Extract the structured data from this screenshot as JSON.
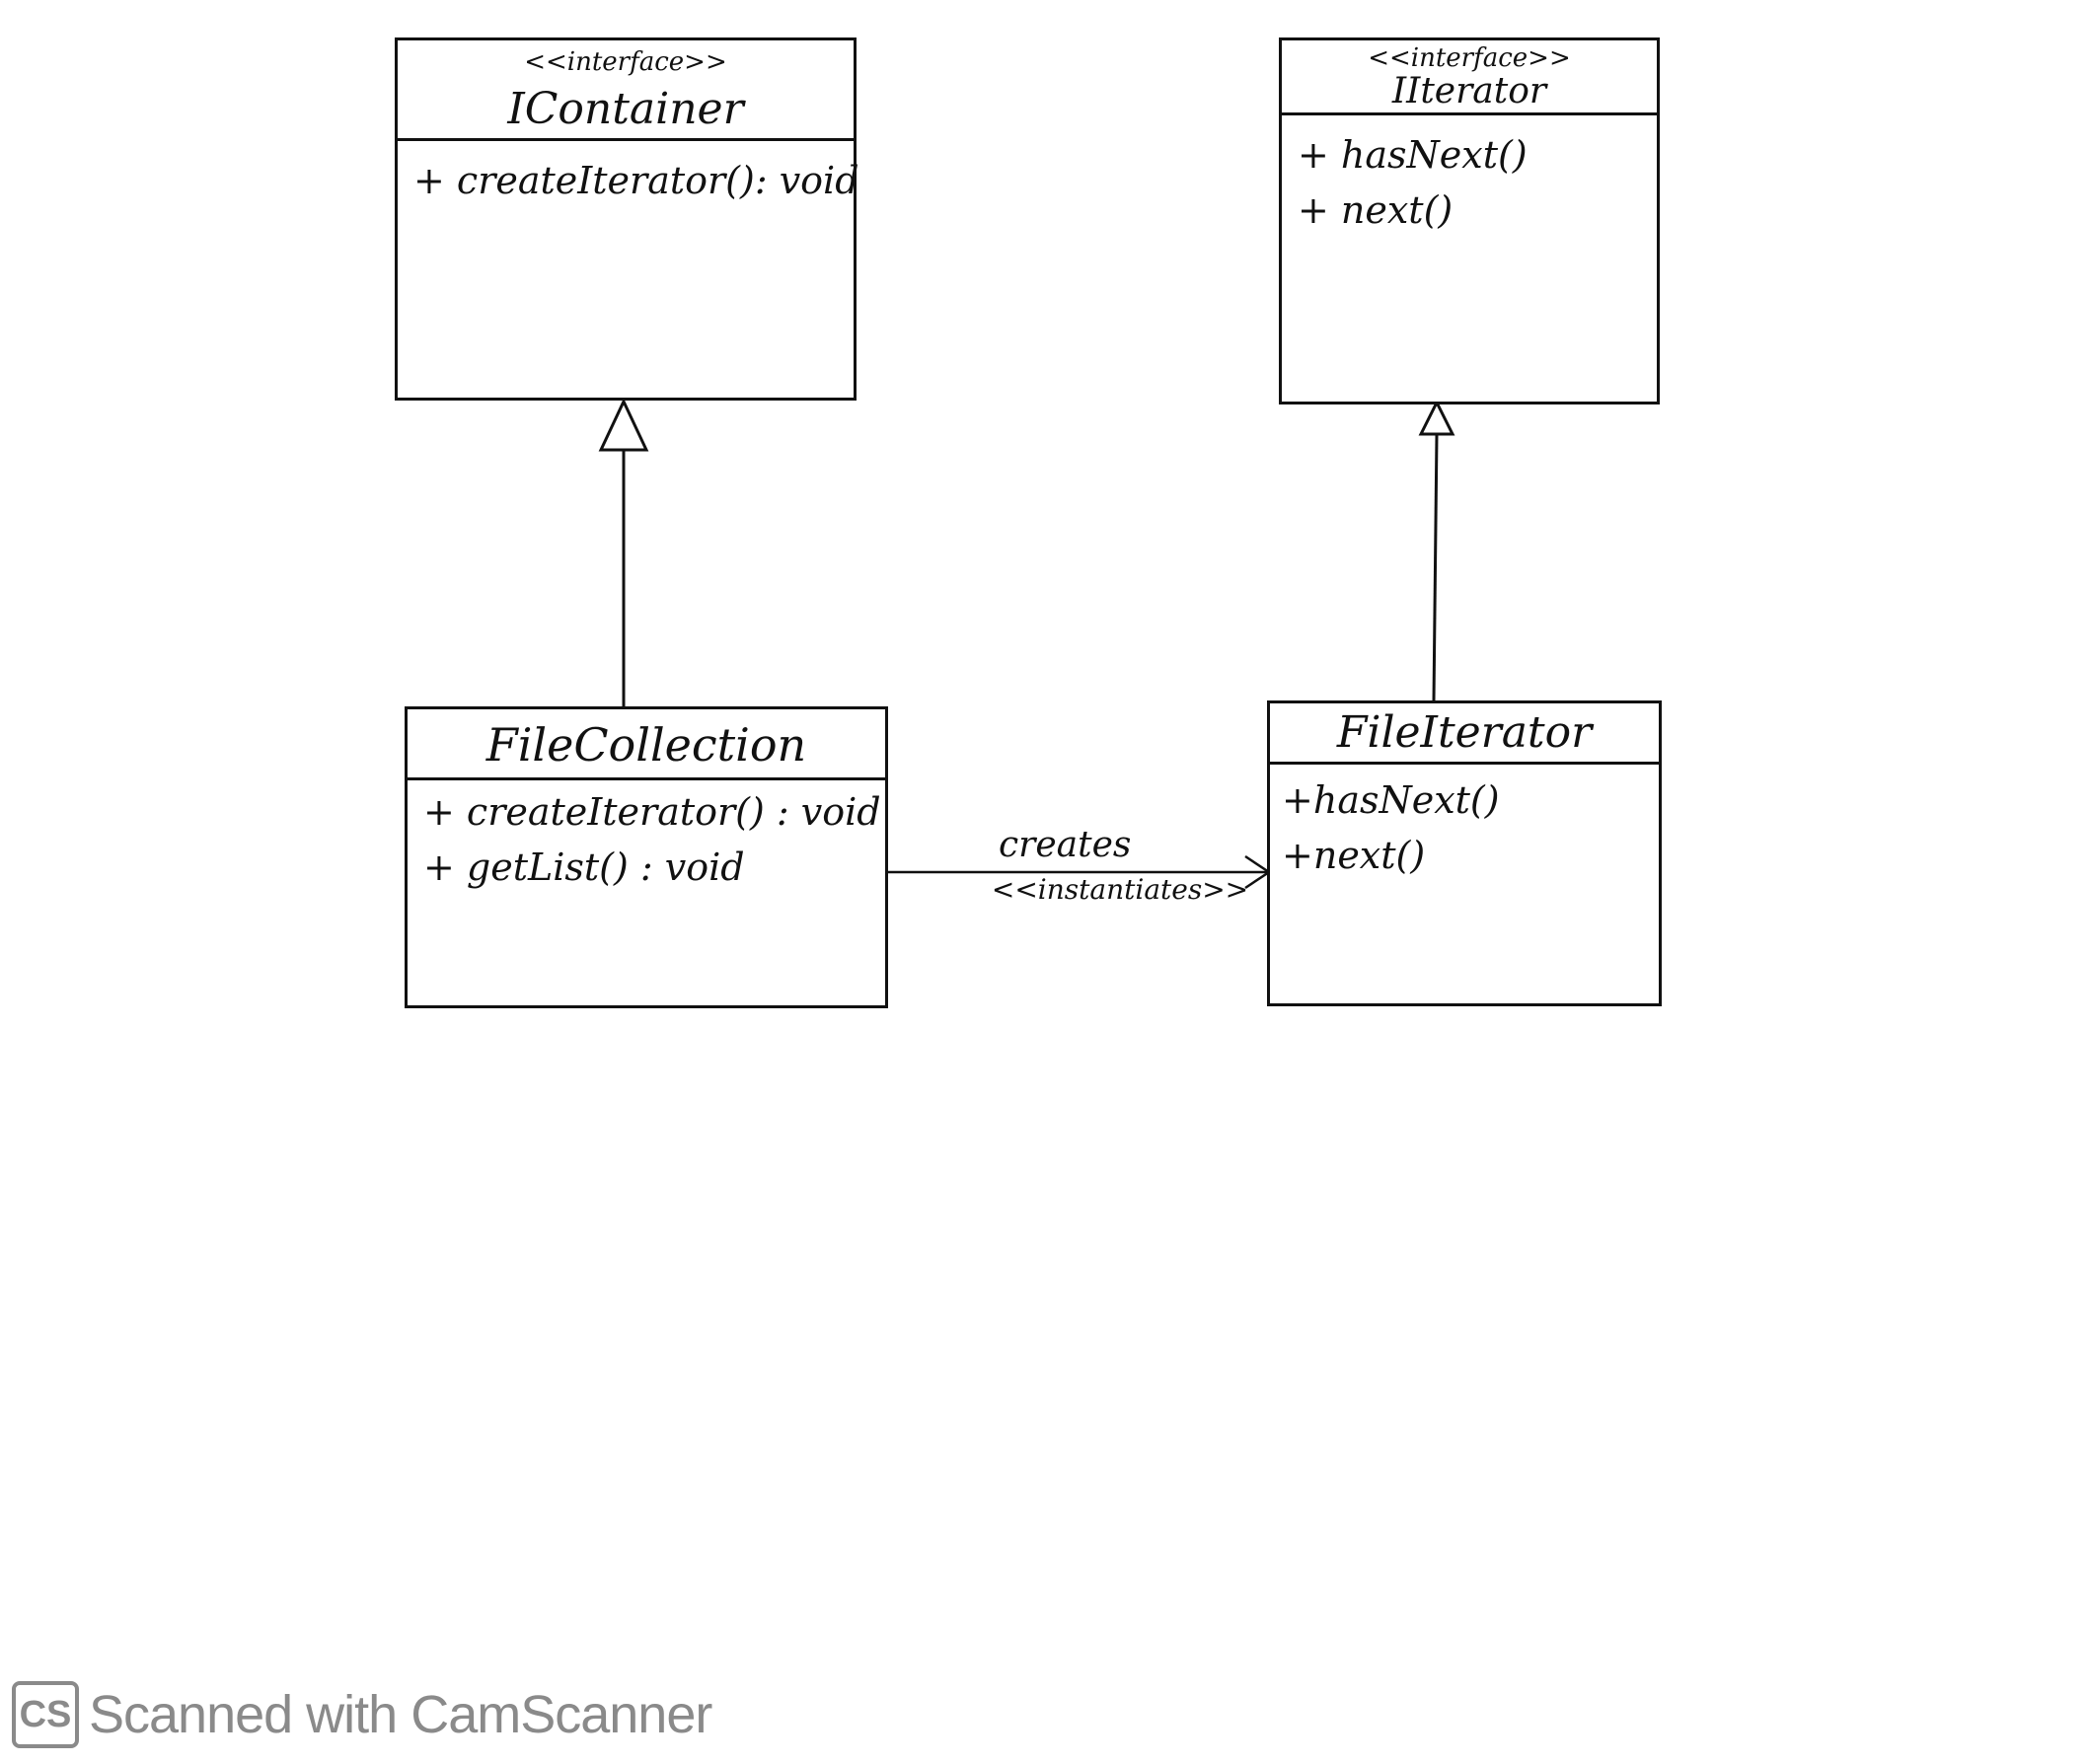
{
  "classes": {
    "icontainer": {
      "stereotype": "<<interface>>",
      "name": "IContainer",
      "methods": [
        "+ createIterator(): void"
      ]
    },
    "iiterator": {
      "stereotype": "<<interface>>",
      "name": "IIterator",
      "methods": [
        "+ hasNext()",
        "+ next()"
      ]
    },
    "filecollection": {
      "name": "FileCollection",
      "methods": [
        "+ createIterator() : void",
        "+ getList() : void"
      ]
    },
    "fileiterator": {
      "name": "FileIterator",
      "methods": [
        "+hasNext()",
        "+next()"
      ]
    }
  },
  "relations": {
    "creates": {
      "label": "creates",
      "stereotype": "<<instantiates>>"
    }
  },
  "watermark": {
    "logo": "CS",
    "text": "Scanned with CamScanner",
    "color": "#8a8a8a"
  }
}
